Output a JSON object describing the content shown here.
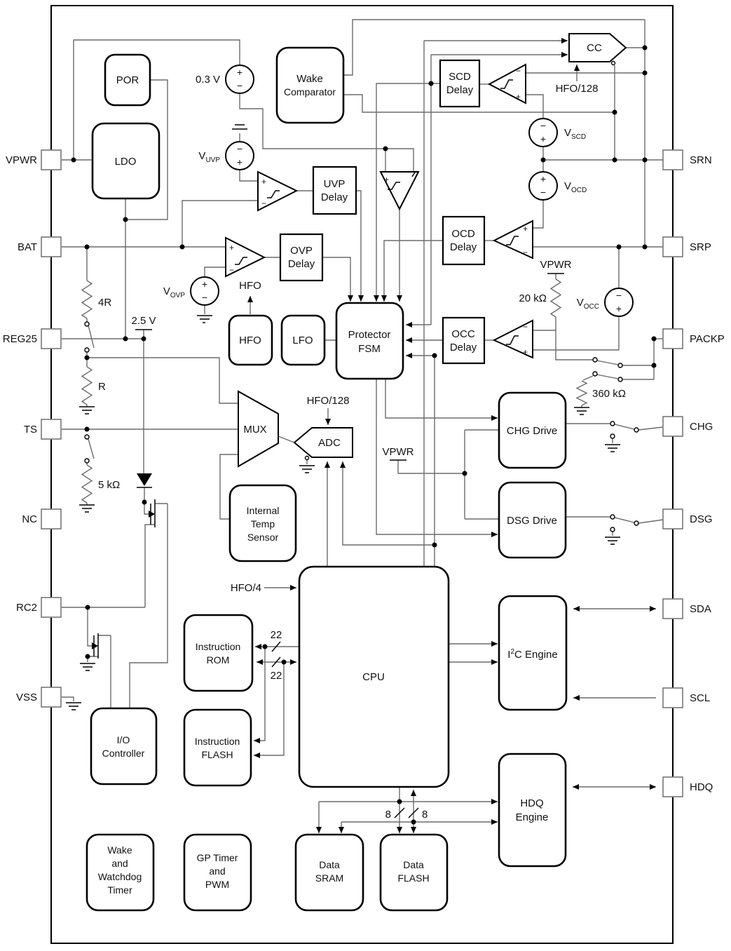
{
  "pins": {
    "left": [
      "VPWR",
      "BAT",
      "REG25",
      "TS",
      "NC",
      "RC2",
      "VSS"
    ],
    "right": [
      "SRN",
      "SRP",
      "PACKP",
      "CHG",
      "DSG",
      "SDA",
      "SCL",
      "HDQ"
    ]
  },
  "blocks": {
    "por": {
      "l1": "POR"
    },
    "ldo": {
      "l1": "LDO"
    },
    "wake_comparator": {
      "l1": "Wake",
      "l2": "Comparator"
    },
    "scd_delay": {
      "l1": "SCD",
      "l2": "Delay"
    },
    "cc": {
      "l1": "CC"
    },
    "uvp_delay": {
      "l1": "UVP",
      "l2": "Delay"
    },
    "ovp_delay": {
      "l1": "OVP",
      "l2": "Delay"
    },
    "ocd_delay": {
      "l1": "OCD",
      "l2": "Delay"
    },
    "occ_delay": {
      "l1": "OCC",
      "l2": "Delay"
    },
    "protector_fsm": {
      "l1": "Protector",
      "l2": "FSM"
    },
    "hfo": {
      "l1": "HFO"
    },
    "lfo": {
      "l1": "LFO"
    },
    "mux": {
      "l1": "MUX"
    },
    "adc": {
      "l1": "ADC"
    },
    "internal_temp_sensor": {
      "l1": "Internal",
      "l2": "Temp",
      "l3": "Sensor"
    },
    "chg_drive": {
      "l1": "CHG Drive"
    },
    "dsg_drive": {
      "l1": "DSG Drive"
    },
    "cpu": {
      "l1": "CPU"
    },
    "instruction_rom": {
      "l1": "Instruction",
      "l2": "ROM"
    },
    "instruction_flash": {
      "l1": "Instruction",
      "l2": "FLASH"
    },
    "io_controller": {
      "l1": "I/O",
      "l2": "Controller"
    },
    "i2c_engine": {
      "pre": "I",
      "sup": "2",
      "post": "C Engine"
    },
    "hdq_engine": {
      "l1": "HDQ",
      "l2": "Engine"
    },
    "wake_watchdog_timer": {
      "l1": "Wake",
      "l2": "and",
      "l3": "Watchdog",
      "l4": "Timer"
    },
    "gp_timer_pwm": {
      "l1": "GP Timer",
      "l2": "and",
      "l3": "PWM"
    },
    "data_sram": {
      "l1": "Data",
      "l2": "SRAM"
    },
    "data_flash": {
      "l1": "Data",
      "l2": "FLASH"
    }
  },
  "sources": {
    "v03": {
      "label": "0.3 V"
    },
    "vuvp": {
      "base": "V",
      "sub": "UVP"
    },
    "vovp": {
      "base": "V",
      "sub": "OVP"
    },
    "vscd": {
      "base": "V",
      "sub": "SCD"
    },
    "vocd": {
      "base": "V",
      "sub": "OCD"
    },
    "vocc": {
      "base": "V",
      "sub": "OCC"
    }
  },
  "resistors": {
    "r4": "4R",
    "r": "R",
    "r5k": "5 kΩ",
    "r20k": "20 kΩ",
    "r360k": "360 kΩ"
  },
  "labels": {
    "hfo": "HFO",
    "hfo128": "HFO/128",
    "hfo4": "HFO/4",
    "v25": "2.5 V",
    "vpwr": "VPWR",
    "bus22": "22",
    "bus8": "8"
  },
  "symbols": {
    "plus": "+",
    "minus": "−"
  }
}
